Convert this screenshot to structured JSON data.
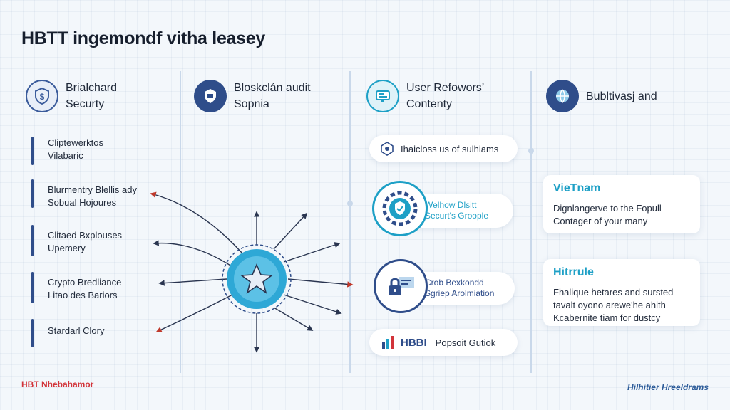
{
  "title": "HBTT ingemondf vitha leasey",
  "columns": [
    {
      "lines": [
        "Brialchard",
        "Securty"
      ],
      "icon": "dollar-shield-icon"
    },
    {
      "lines": [
        "Bloskclán audit",
        "Sopnia"
      ],
      "icon": "audit-shield-icon"
    },
    {
      "lines": [
        "User Refowors’",
        "Contenty"
      ],
      "icon": "monitor-icon"
    },
    {
      "lines": [
        "Bubltivasj and"
      ],
      "icon": "globe-icon"
    }
  ],
  "left_items": [
    {
      "lines": [
        "Cliptewerktos =",
        "Vilabaric"
      ]
    },
    {
      "lines": [
        "Blurmentry Blellis ady",
        "Sobual Hojoures"
      ]
    },
    {
      "lines": [
        "Clitaed Bxplouses",
        "Upemery"
      ]
    },
    {
      "lines": [
        "Crypto Bredliance",
        "Litao des Bariors"
      ]
    },
    {
      "lines": [
        "Stardarl Clory"
      ]
    }
  ],
  "hub": {
    "icon": "star-icon"
  },
  "col3_items": [
    {
      "label": "Ihaicloss us of sulhiams",
      "icon": "network-icon"
    },
    {
      "lines": [
        "Welhow Dlsitt",
        "Securt's Groople"
      ],
      "icon": "gear-shield-icon"
    },
    {
      "lines": [
        "Crob Bexkondd",
        "Sgriep Arolmiation"
      ],
      "icon": "lock-icon"
    },
    {
      "label": "Popsoit Gutiok",
      "brand": "HBBI",
      "icon": "bar-chart-icon"
    }
  ],
  "cards": [
    {
      "title": "VieTnam",
      "lines": [
        "Dignlangerve to the Fopull",
        "Contager of your many"
      ]
    },
    {
      "title": "Hitrrule",
      "lines": [
        "Fhalique hetares and sursted",
        "tavalt oyono arewe'he ahith",
        "Kcabernite tiam for dustcy"
      ]
    }
  ],
  "footer": {
    "left": "HBT Nhebahamor",
    "right": "Hilhitier Hreeldrams"
  },
  "colors": {
    "accent": "#1ea0c6",
    "navy": "#2f4d8a",
    "hub": "#2ea8d6",
    "footer_left": "#d2343a",
    "footer_right": "#2e5d9a"
  }
}
